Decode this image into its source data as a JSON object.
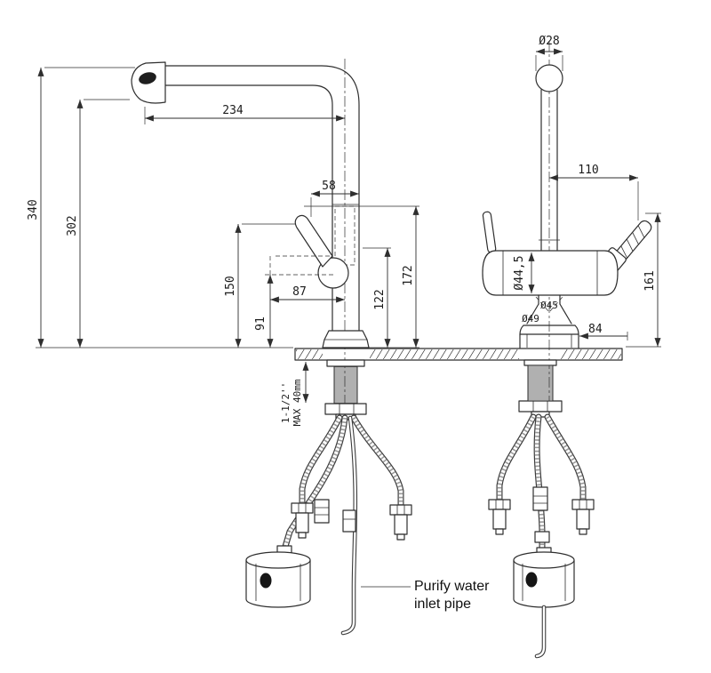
{
  "drawing": {
    "colors": {
      "line": "#2e2e2e",
      "background": "#ffffff",
      "accent_dark": "#161616"
    },
    "left_view": {
      "dim_overall_height": "340",
      "dim_spout_height": "302",
      "dim_spout_reach": "234",
      "dim_body_top_width": "58",
      "dim_handle_height": "150",
      "dim_handle_reach": "87",
      "dim_handle_pivot_height": "91",
      "dim_body_mid_height": "122",
      "dim_handle_tip_height": "172",
      "thread_note_size": "1-1/2''",
      "thread_note_max": "MAX 40mm"
    },
    "right_view": {
      "dim_top_cap_diameter": "Ø28",
      "dim_handle_offset": "110",
      "dim_body_diameter": "Ø44,5",
      "dim_handle_height": "161",
      "dim_cone_diameter": "Ø45",
      "dim_flange_diameter": "Ø49",
      "dim_base_width": "84"
    },
    "annotation": {
      "purify_line1": "Purify water",
      "purify_line2": "inlet pipe"
    }
  }
}
